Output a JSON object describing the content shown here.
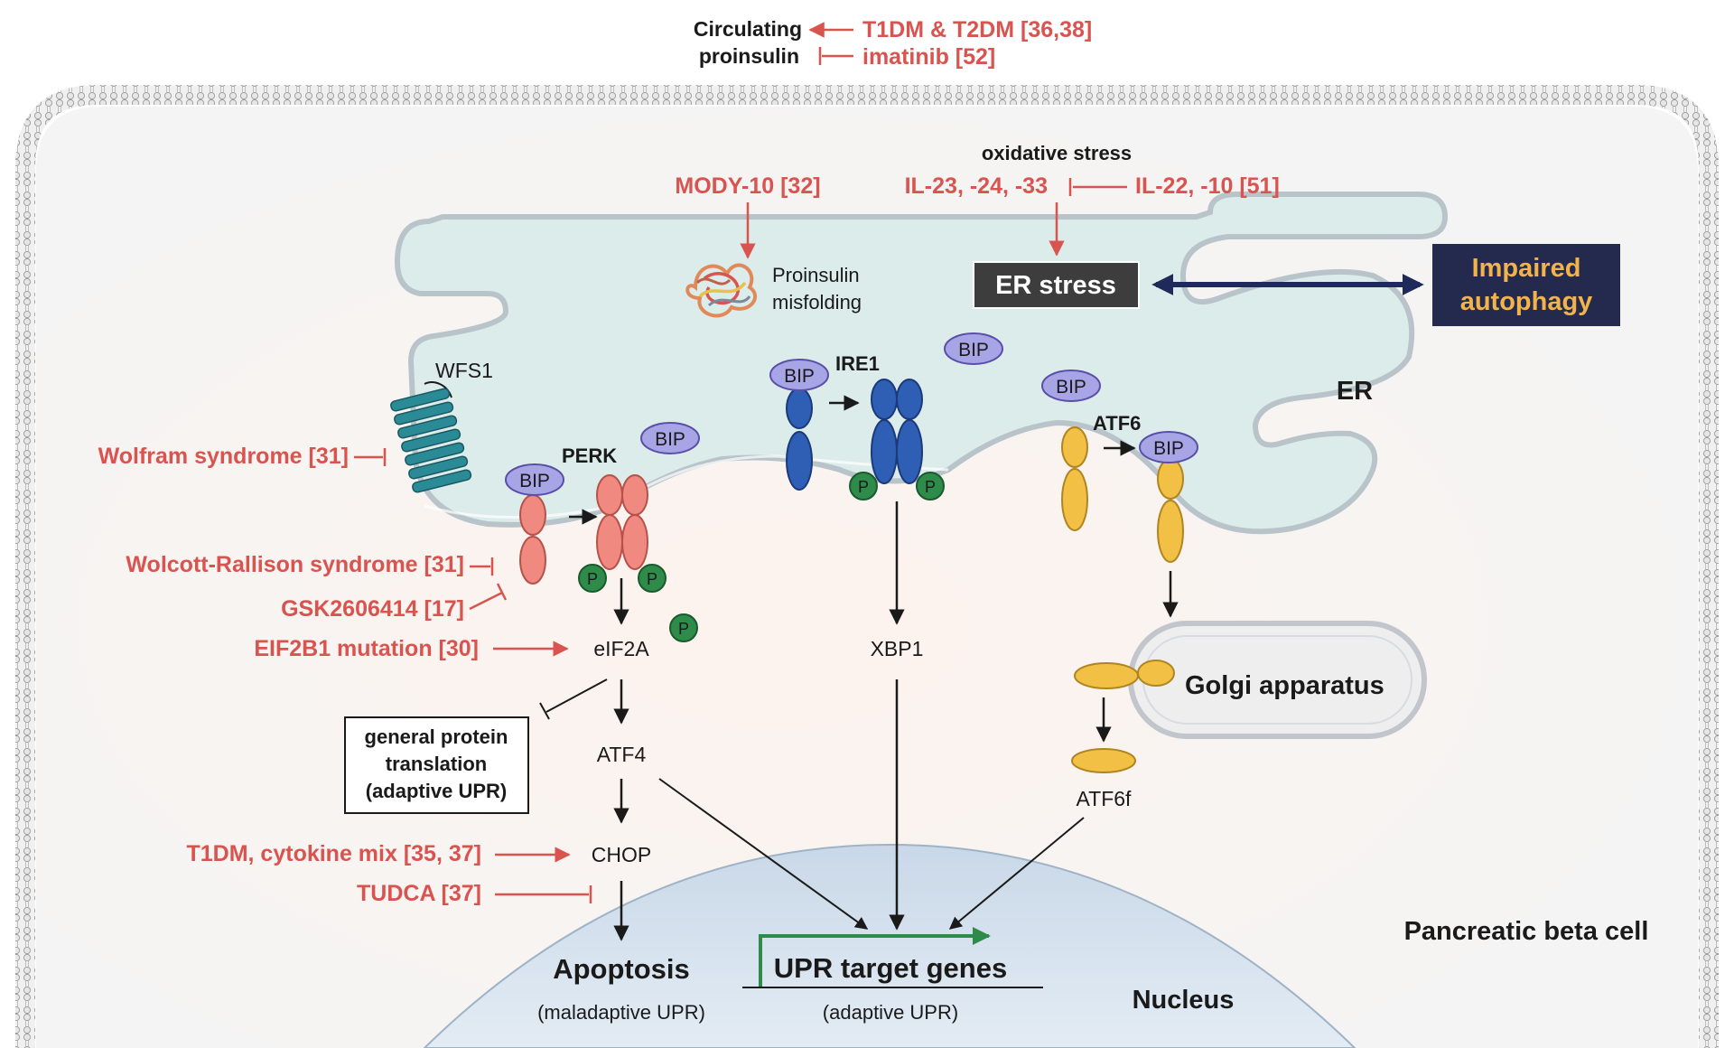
{
  "colors": {
    "red": "#d9534f",
    "ink": "#1a1a1a",
    "er_fill": "#dcecea",
    "er_stroke": "#b8c4ca",
    "bip": "#a8a5e6",
    "perk": "#f08a80",
    "ire1": "#2f5fb5",
    "atf6": "#f2c045",
    "phospho": "#2e8b4a",
    "wfs1": "#2a8a96",
    "nucleus": "#d5e2ee",
    "er_stress_box": "#3d3d3d",
    "autophagy_box": "#232a4e",
    "autophagy_text": "#f2b34a",
    "promoter_arrow": "#2e8b4a",
    "bidir_arrow": "#1f2a5a"
  },
  "labels": {
    "circulating": "Circulating",
    "proinsulin": "proinsulin",
    "t1dm_t2dm": "T1DM & T2DM [36,38]",
    "imatinib": "imatinib [52]",
    "oxidative_stress": "oxidative stress",
    "mody10": "MODY-10 [32]",
    "il23": "IL-23, -24, -33",
    "il22": "IL-22, -10 [51]",
    "proinsulin_line1": "Proinsulin",
    "proinsulin_line2": "misfolding",
    "er_stress": "ER stress",
    "impaired_line1": "Impaired",
    "impaired_line2": "autophagy",
    "er": "ER",
    "wfs1": "WFS1",
    "wolfram": "Wolfram syndrome [31]",
    "perk": "PERK",
    "ire1": "IRE1",
    "atf6": "ATF6",
    "bip": "BIP",
    "p": "P",
    "wolcott": "Wolcott-Rallison syndrome [31]",
    "gsk": "GSK2606414 [17]",
    "eif2b1": "EIF2B1 mutation [30]",
    "eif2a": "eIF2A",
    "xbp1": "XBP1",
    "golgi": "Golgi apparatus",
    "gpt_line1": "general protein",
    "gpt_line2": "translation",
    "gpt_line3": "(adaptive UPR)",
    "atf4": "ATF4",
    "atf6f": "ATF6f",
    "t1dm_cytokine": "T1DM, cytokine mix [35, 37]",
    "chop": "CHOP",
    "tudca": "TUDCA [37]",
    "apoptosis": "Apoptosis",
    "maladaptive": "(maladaptive UPR)",
    "upr_targets": "UPR target genes",
    "adaptive": "(adaptive UPR)",
    "nucleus": "Nucleus",
    "beta_cell": "Pancreatic beta cell"
  }
}
